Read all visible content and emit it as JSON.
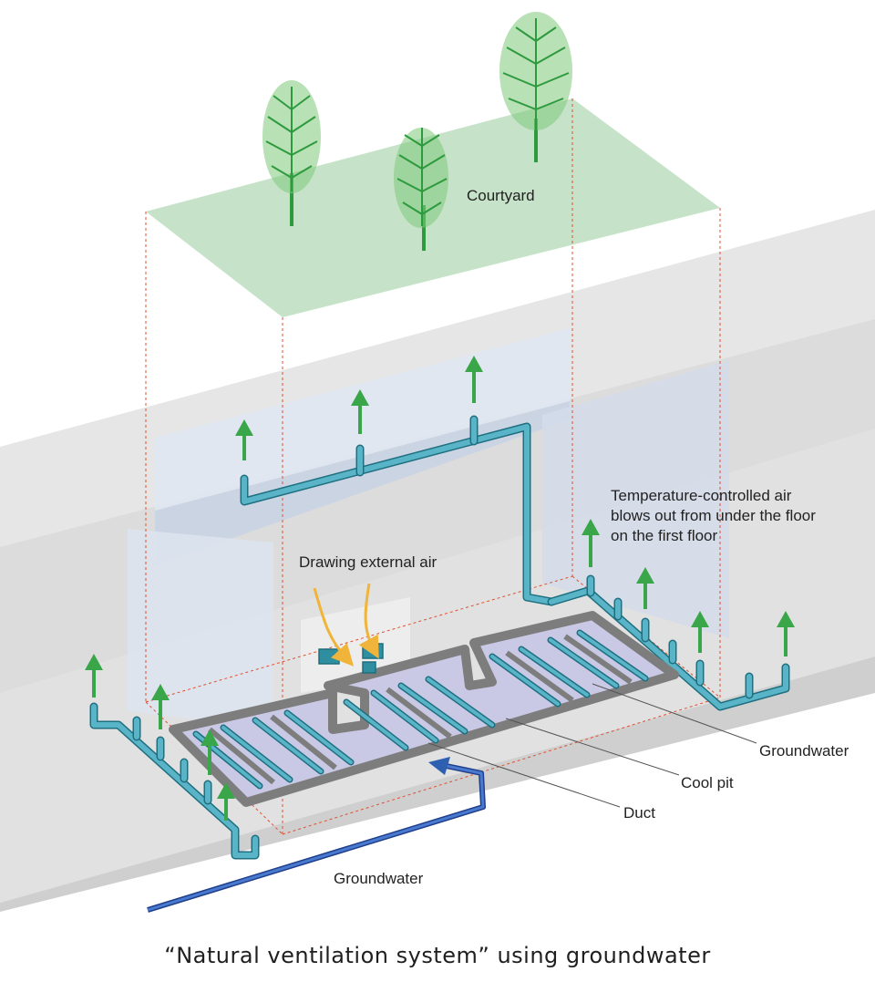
{
  "labels": {
    "courtyard": "Courtyard",
    "drawing_air": "Drawing external air",
    "temp_air_line1": "Temperature-controlled air",
    "temp_air_line2": "blows out from under the floor",
    "temp_air_line3": "on the first floor",
    "groundwater_right": "Groundwater",
    "cool_pit": "Cool pit",
    "duct": "Duct",
    "groundwater_bottom": "Groundwater"
  },
  "caption": "“Natural ventilation system” using groundwater",
  "colors": {
    "courtyard": "#c6e2c8",
    "tree": "#2e9a3e",
    "duct": "#5ab4c8",
    "duct_outline": "#1e6f7f",
    "arrow_green": "#3aa64a",
    "arrow_yellow": "#f0b43a",
    "groundwater_pipe": "#2f5fb0",
    "pit_wall": "#7d7d7d",
    "pit_floor": "#c9c9e6",
    "building": "#d9dde3",
    "guide_line": "#e05030"
  }
}
